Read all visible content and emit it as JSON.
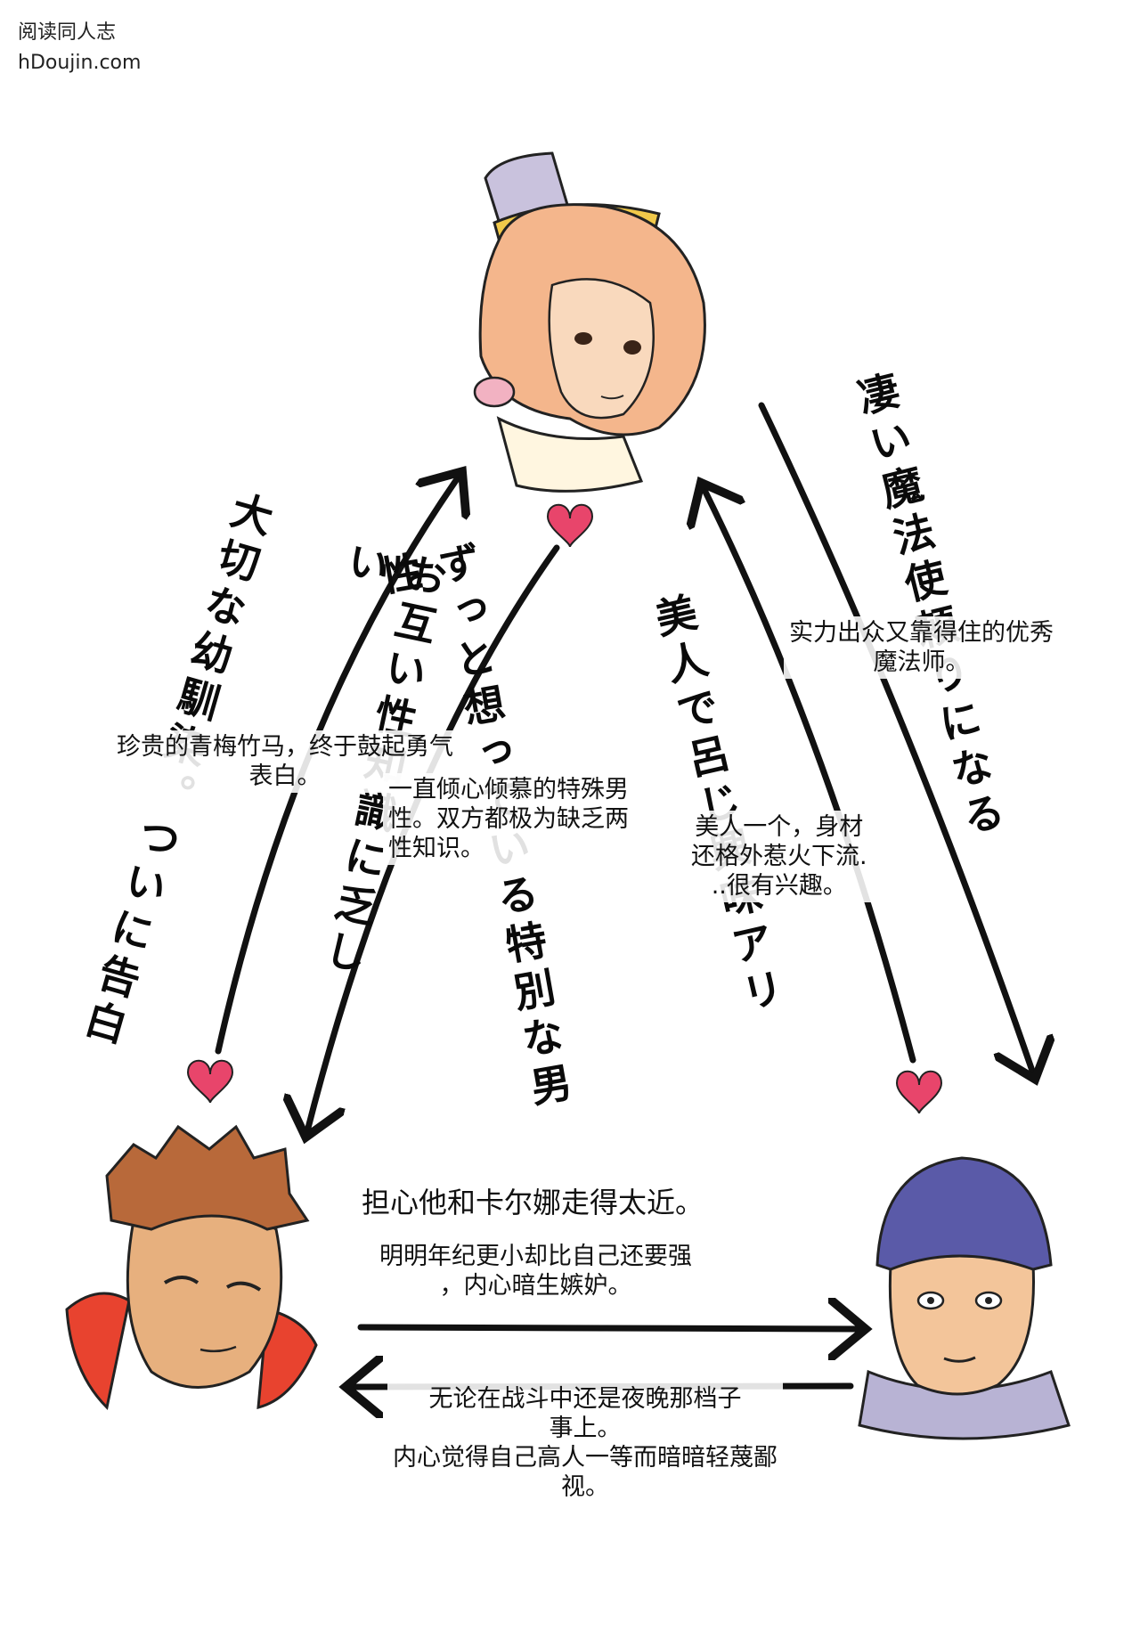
{
  "watermark": {
    "line1": "阅读同人志",
    "line2": "hDoujin.com"
  },
  "colors": {
    "heart": "#e8456b",
    "arrow": "#111111",
    "girl_hair": "#f4b68c",
    "girl_hat": "#c9c2dd",
    "girl_band": "#f1c94a",
    "redboy_hair": "#b8693a",
    "redboy_jacket": "#e8432f",
    "blueboy_hair": "#5a5aa8",
    "blueboy_collar": "#b8b3d4",
    "skin": "#f3c59a"
  },
  "captions": {
    "top_right": "实力出众又靠得住的优秀\n魔法师。",
    "left": "珍贵的青梅竹马，终于鼓起勇气\n表白。",
    "center": "一直倾心倾慕的特殊男\n性。双方都极为缺乏两\n性知识。",
    "right": "美人一个，身材\n还格外惹火下流.\n..很有兴趣。",
    "bottom_top": "担心他和卡尔娜走得太近。",
    "bottom_mid": "明明年纪更小却比自己还要强\n，内心暗生嫉妒。",
    "bottom_low": "无论在战斗中还是夜晚那档子\n事上。\n内心觉得自己高人一等而暗暗轻蔑鄙\n视。"
  },
  "handwritten": {
    "col1": "大切な幼馴染。ついに告白",
    "col2": "お互い性知識に乏しい",
    "col3": "ずっと想っている特別な男性",
    "col4": "美人で呂じ興味アリ",
    "col5": "凄い魔法使頼りになる"
  }
}
